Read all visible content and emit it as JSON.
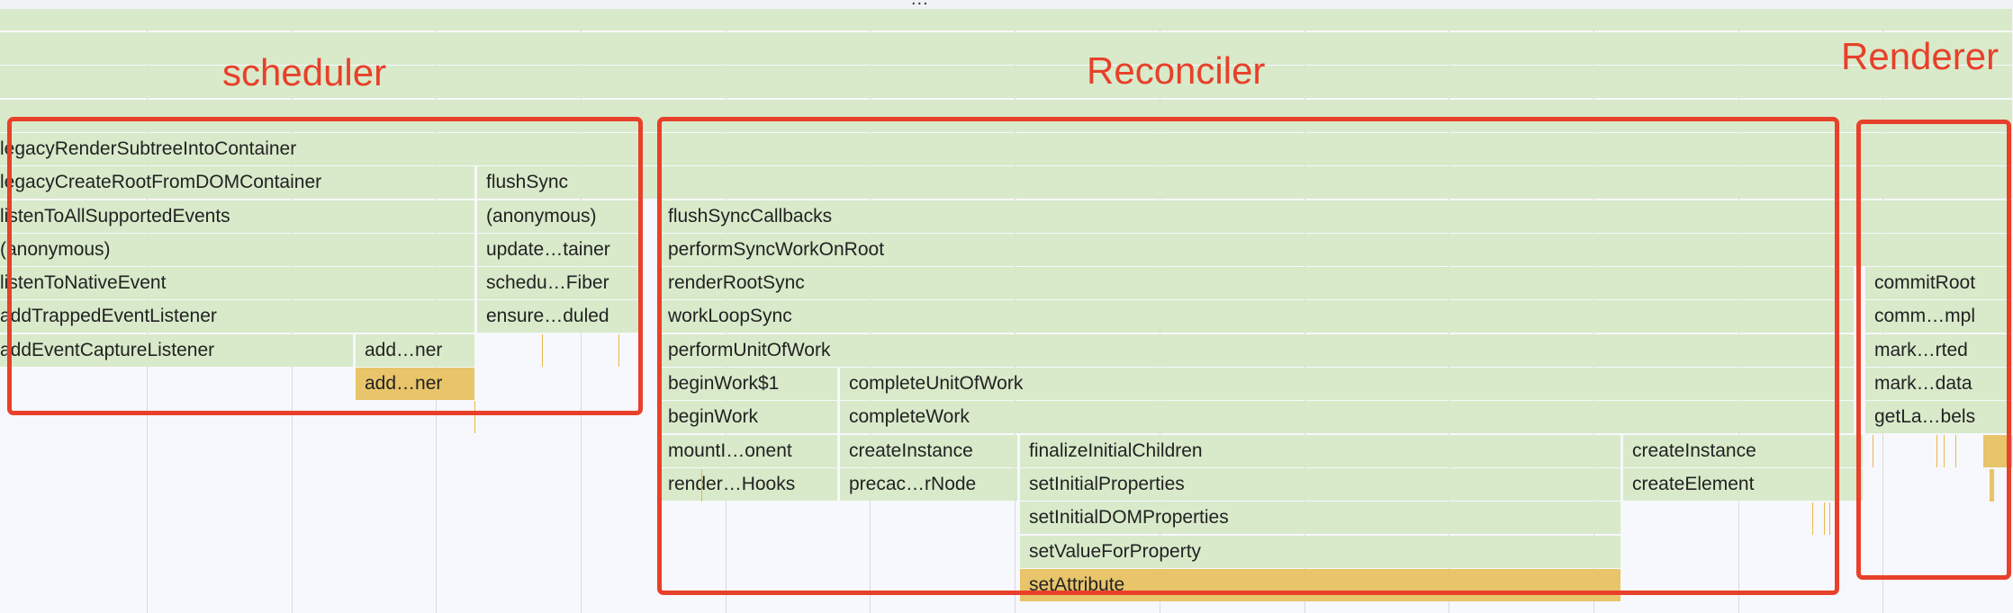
{
  "toolbar": {
    "more_icon": "ellipsis-icon",
    "more_label": "..."
  },
  "sections": {
    "scheduler": "scheduler",
    "reconciler": "Reconciler",
    "renderer": "Renderer"
  },
  "colors": {
    "frame": "#d8eaca",
    "highlight_frame": "#e8c46a",
    "annotation": "#e8402a"
  },
  "frames": [
    {
      "label": "legacyRenderSubtreeIntoContainer",
      "highlighted": false
    },
    {
      "label": "legacyCreateRootFromDOMContainer",
      "highlighted": false
    },
    {
      "label": "flushSync",
      "highlighted": false
    },
    {
      "label": "listenToAllSupportedEvents",
      "highlighted": false
    },
    {
      "label": "(anonymous)",
      "highlighted": false
    },
    {
      "label": "flushSyncCallbacks",
      "highlighted": false
    },
    {
      "label": "(anonymous)",
      "highlighted": false
    },
    {
      "label": "update…tainer",
      "highlighted": false
    },
    {
      "label": "performSyncWorkOnRoot",
      "highlighted": false
    },
    {
      "label": "listenToNativeEvent",
      "highlighted": false
    },
    {
      "label": "schedu…Fiber",
      "highlighted": false
    },
    {
      "label": "renderRootSync",
      "highlighted": false
    },
    {
      "label": "commitRoot",
      "highlighted": false
    },
    {
      "label": "addTrappedEventListener",
      "highlighted": false
    },
    {
      "label": "ensure…duled",
      "highlighted": false
    },
    {
      "label": "workLoopSync",
      "highlighted": false
    },
    {
      "label": "comm…mpl",
      "highlighted": false
    },
    {
      "label": "addEventCaptureListener",
      "highlighted": false
    },
    {
      "label": "add…ner",
      "highlighted": false
    },
    {
      "label": "performUnitOfWork",
      "highlighted": false
    },
    {
      "label": "mark…rted",
      "highlighted": false
    },
    {
      "label": "add…ner",
      "highlighted": true
    },
    {
      "label": "beginWork$1",
      "highlighted": false
    },
    {
      "label": "completeUnitOfWork",
      "highlighted": false
    },
    {
      "label": "mark…data",
      "highlighted": false
    },
    {
      "label": "beginWork",
      "highlighted": false
    },
    {
      "label": "completeWork",
      "highlighted": false
    },
    {
      "label": "getLa…bels",
      "highlighted": false
    },
    {
      "label": "mountI…onent",
      "highlighted": false
    },
    {
      "label": "createInstance",
      "highlighted": false
    },
    {
      "label": "finalizeInitialChildren",
      "highlighted": false
    },
    {
      "label": "createInstance",
      "highlighted": false
    },
    {
      "label": "render…Hooks",
      "highlighted": false
    },
    {
      "label": "precac…rNode",
      "highlighted": false
    },
    {
      "label": "setInitialProperties",
      "highlighted": false
    },
    {
      "label": "createElement",
      "highlighted": false
    },
    {
      "label": "setInitialDOMProperties",
      "highlighted": false
    },
    {
      "label": "setValueForProperty",
      "highlighted": false
    },
    {
      "label": "setAttribute",
      "highlighted": true
    }
  ]
}
